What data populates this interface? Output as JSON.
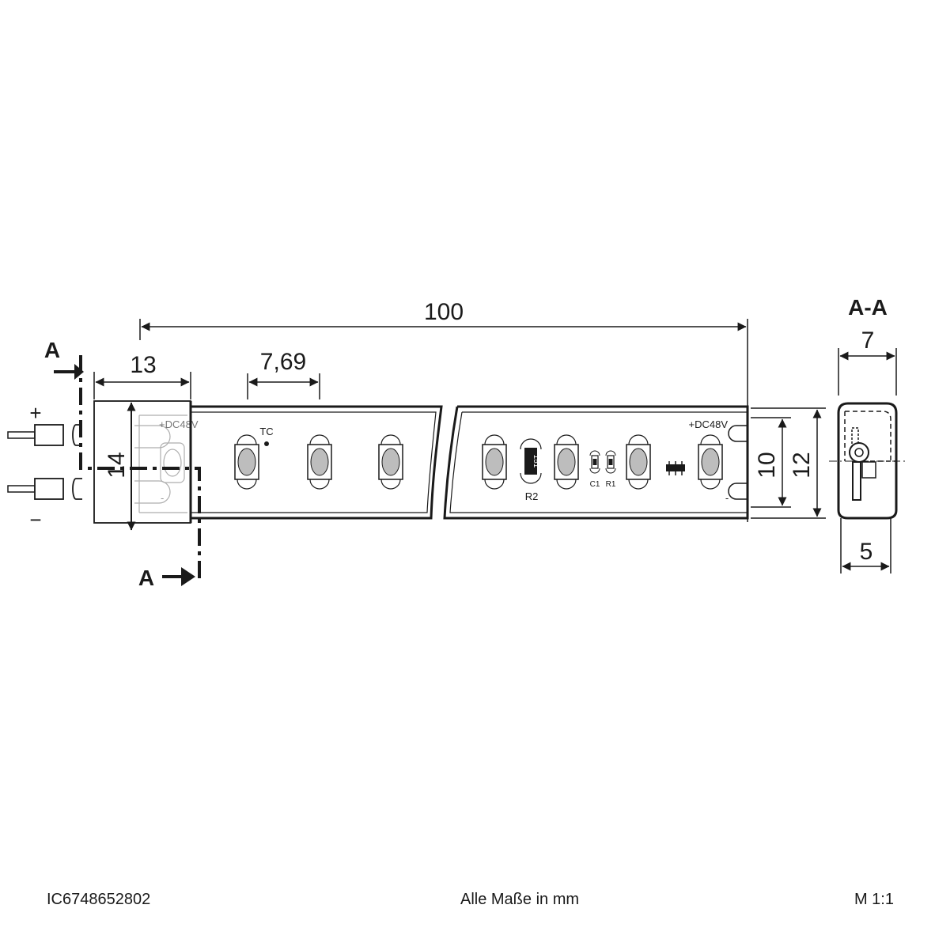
{
  "dimensions": {
    "length_total": "100",
    "connector_length": "13",
    "led_pitch": "7,69",
    "connector_height": "14",
    "pcb_width": "10",
    "strip_width": "12",
    "section_width": "7",
    "section_inner_width": "5"
  },
  "labels": {
    "section_marker": "A",
    "section_title": "A-A",
    "plus": "+",
    "minus": "−",
    "pcb_voltage": "+DC48V",
    "connector_voltage": "+DC48V",
    "pcb_minus": "-",
    "connector_minus": "-",
    "thermal_point": "TC",
    "resistor_r2": "R2",
    "resistor_r2_code": "151",
    "capacitor_c1": "C1",
    "resistor_r1": "R1"
  },
  "footer": {
    "article_number": "IC6748652802",
    "units_note": "Alle Maße in mm",
    "scale": "M 1:1"
  }
}
